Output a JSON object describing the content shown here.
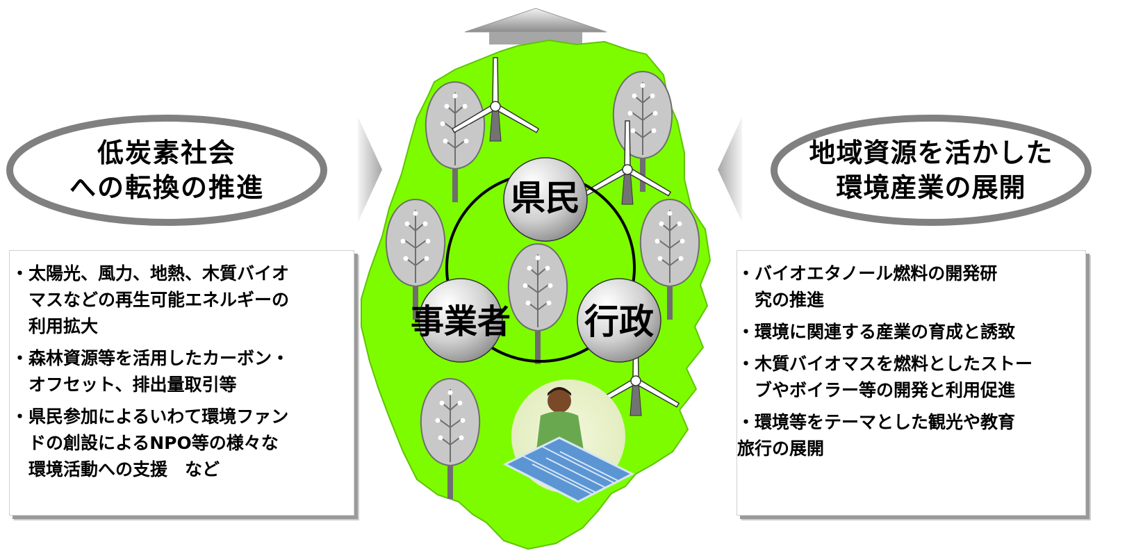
{
  "left": {
    "oval_lines": [
      "低炭素社会",
      "への転換の推進"
    ],
    "items": [
      [
        "・太陽光、風力、地熱、木質バイオ",
        "　マスなどの再生可能エネルギーの",
        "　利用拡大"
      ],
      [
        "・森林資源等を活用したカーボン・",
        "　オフセット、排出量取引等"
      ],
      [
        "・県民参加によるいわて環境ファン",
        "　ドの創設によるNPO等の様々な",
        "　環境活動への支援　など"
      ]
    ]
  },
  "right": {
    "oval_lines": [
      "地域資源を活かした",
      "環境産業の展開"
    ],
    "items": [
      [
        "・バイオエタノール燃料の開発研",
        "　究の推進"
      ],
      [
        "・環境に関連する産業の育成と誘致"
      ],
      [
        "・木質バイオマスを燃料としたストー",
        "　ブやボイラー等の開発と利用促進"
      ],
      [
        "・環境等をテーマとした観光や教育",
        "旅行の展開"
      ]
    ]
  },
  "center": {
    "nodes": {
      "citizens": "県民",
      "business": "事業者",
      "government": "行政"
    },
    "map_color": "#7dfc00",
    "arrow_color": "#d9d9d9"
  }
}
